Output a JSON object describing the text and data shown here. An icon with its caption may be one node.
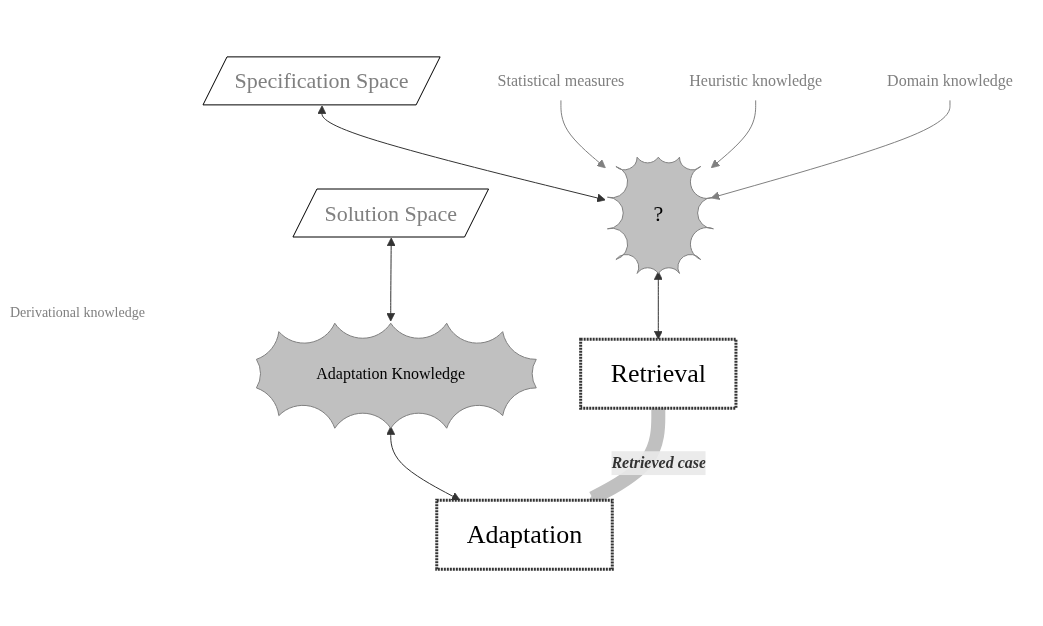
{
  "diagram": {
    "nodes": [
      {
        "text": [
          "Specification Space"
        ]
      },
      {
        "text": [
          "Solution Space"
        ]
      },
      {
        "text": [
          "Statistical measures"
        ]
      },
      {
        "text": [
          "Heuristic knowledge"
        ]
      },
      {
        "text": [
          "Domain knowledge"
        ]
      },
      {
        "text": [
          "?"
        ]
      },
      {
        "text": [
          "Adaptation Knowledge"
        ]
      },
      {
        "text": [
          "Retrieval"
        ]
      },
      {
        "text": [
          "Adaptation"
        ]
      }
    ],
    "edges": [
      {
        "from": 0,
        "to": 5,
        "arrow": "both"
      },
      {
        "from": 1,
        "to": 6,
        "arrow": "both"
      },
      {
        "from": 2,
        "to": 5,
        "arrow": "to",
        "color": "#808080"
      },
      {
        "from": 3,
        "to": 5,
        "arrow": "to",
        "color": "#808080"
      },
      {
        "from": 4,
        "to": 5,
        "arrow": "to",
        "color": "#808080"
      },
      {
        "from": 5,
        "to": 7,
        "arrow": "both"
      },
      {
        "from": 6,
        "to": 8,
        "arrow": "both"
      },
      {
        "from": 7,
        "to": 8,
        "arrow": "to",
        "label": "Retrieved case",
        "style": "thick",
        "color": "#c0c0c0"
      }
    ],
    "labels": [
      "Derivational knowledge"
    ]
  }
}
